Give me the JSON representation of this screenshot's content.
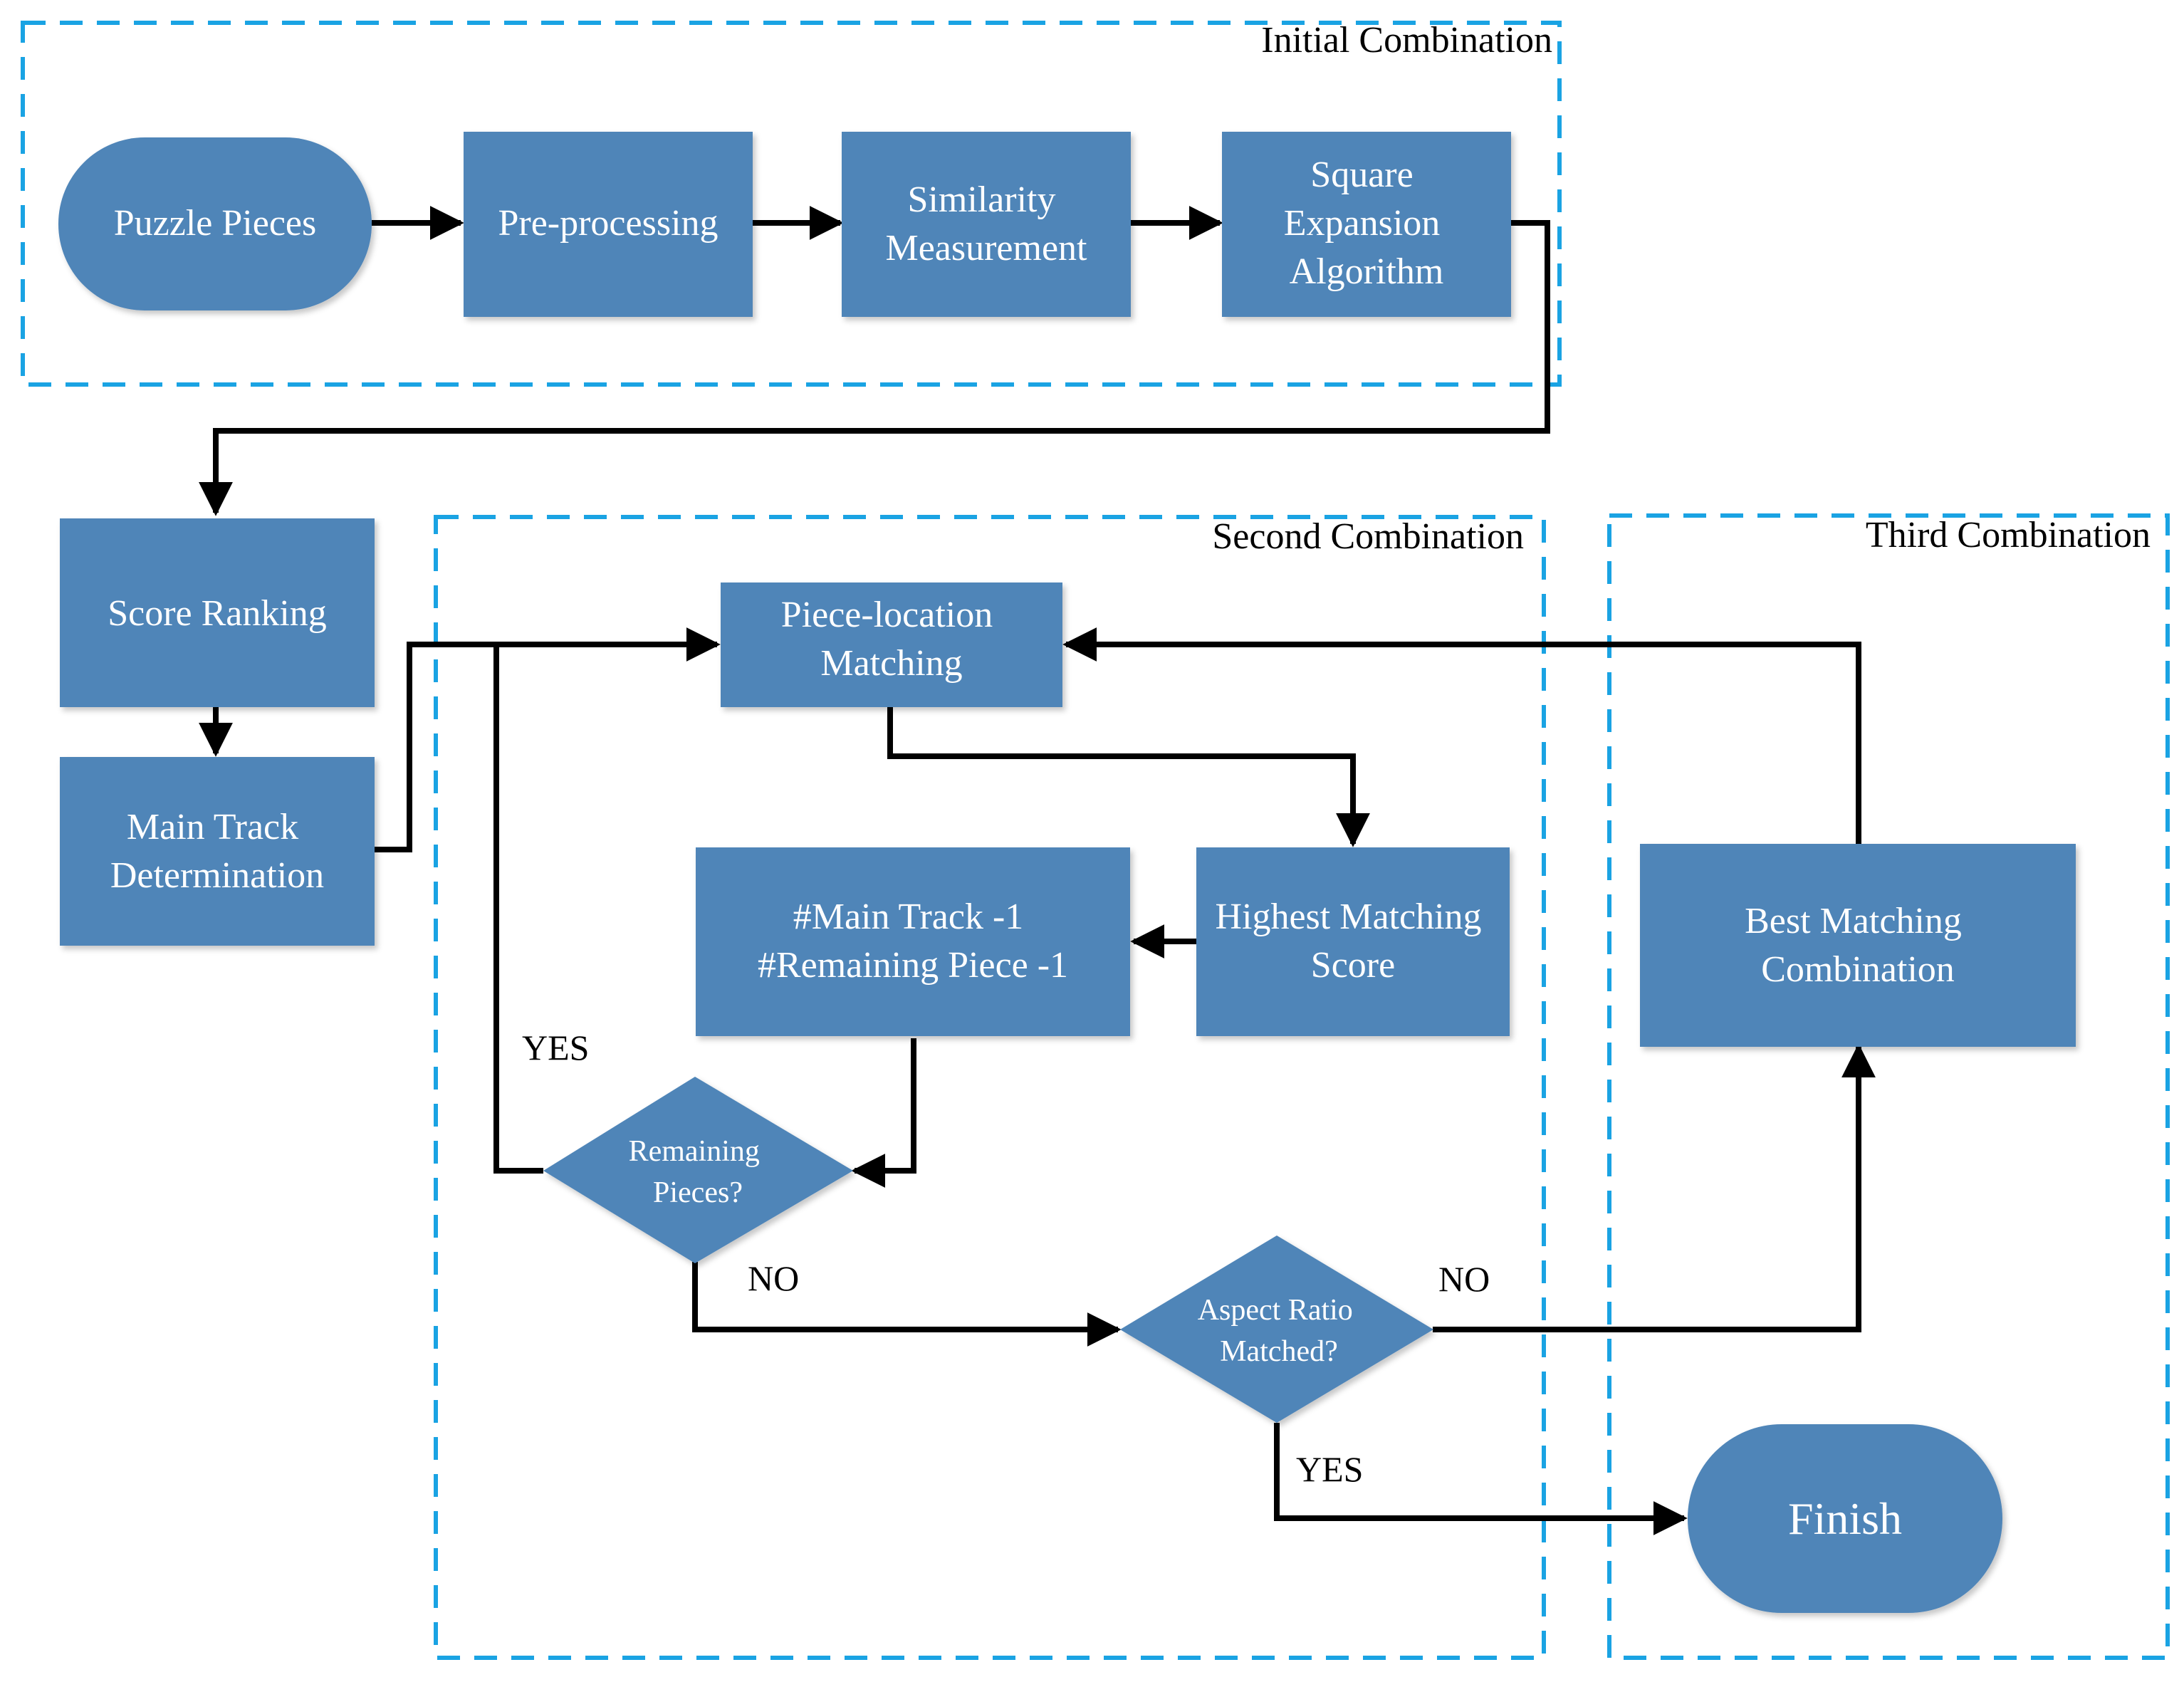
{
  "groups": {
    "initial": "Initial Combination",
    "second": "Second Combination",
    "third": "Third Combination"
  },
  "nodes": {
    "puzzle_pieces": [
      "Puzzle Pieces"
    ],
    "preprocessing": [
      "Pre-processing"
    ],
    "similarity": [
      "Similarity",
      "Measurement"
    ],
    "square_expansion": [
      "Square",
      "Expansion",
      "Algorithm"
    ],
    "score_ranking": [
      "Score Ranking"
    ],
    "main_track": [
      "Main Track",
      "Determination"
    ],
    "piece_location": [
      "Piece-location",
      "Matching"
    ],
    "highest_score": [
      "Highest Matching",
      "Score"
    ],
    "decrement": [
      "#Main Track -1",
      "#Remaining Piece -1"
    ],
    "remaining_pieces": [
      "Remaining",
      "Pieces?"
    ],
    "aspect_ratio": [
      "Aspect Ratio",
      "Matched?"
    ],
    "best_matching": [
      "Best Matching",
      "Combination"
    ],
    "finish": [
      "Finish"
    ]
  },
  "edge_labels": {
    "remaining_yes": "YES",
    "remaining_no": "NO",
    "aspect_no": "NO",
    "aspect_yes": "YES"
  },
  "colors": {
    "node_fill": "#4f85b8",
    "group_border": "#1aa3e3",
    "edge": "#000000",
    "node_text": "#ffffff"
  }
}
